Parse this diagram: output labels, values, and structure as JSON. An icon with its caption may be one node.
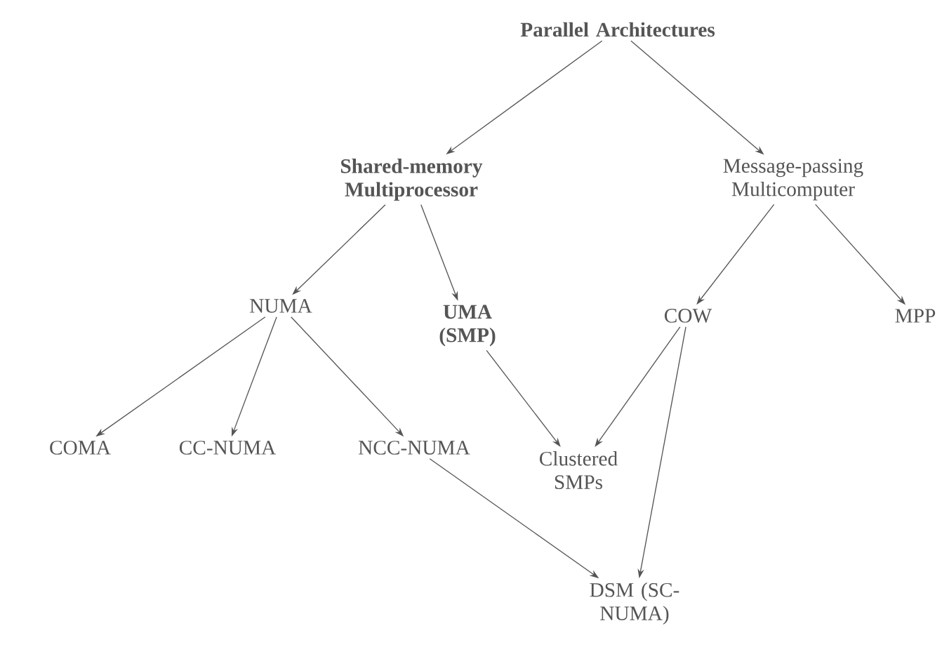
{
  "diagram": {
    "nodes": [
      {
        "text": [
          "Parallel Architectures"
        ]
      },
      {
        "text": [
          "Shared-memory Multiprocessor"
        ]
      },
      {
        "text": [
          "Message-passing Multicomputer"
        ]
      },
      {
        "text": [
          "NUMA"
        ]
      },
      {
        "text": [
          "UMA (SMP)"
        ]
      },
      {
        "text": [
          "COW"
        ]
      },
      {
        "text": [
          "MPP"
        ]
      },
      {
        "text": [
          "COMA"
        ]
      },
      {
        "text": [
          "CC-NUMA"
        ]
      },
      {
        "text": [
          "NCC-NUMA"
        ]
      },
      {
        "text": [
          "Clustered SMPs"
        ]
      },
      {
        "text": [
          "DSM (SC-NUMA)"
        ]
      }
    ],
    "edges": [
      {
        "from": 0,
        "to": 1,
        "arrow": "to"
      },
      {
        "from": 0,
        "to": 2,
        "arrow": "to"
      },
      {
        "from": 1,
        "to": 3,
        "arrow": "to"
      },
      {
        "from": 1,
        "to": 4,
        "arrow": "to"
      },
      {
        "from": 2,
        "to": 5,
        "arrow": "to"
      },
      {
        "from": 2,
        "to": 6,
        "arrow": "to"
      },
      {
        "from": 3,
        "to": 7,
        "arrow": "to"
      },
      {
        "from": 3,
        "to": 8,
        "arrow": "to"
      },
      {
        "from": 3,
        "to": 9,
        "arrow": "to"
      },
      {
        "from": 4,
        "to": 10,
        "arrow": "to"
      },
      {
        "from": 5,
        "to": 10,
        "arrow": "to"
      },
      {
        "from": 5,
        "to": 11,
        "arrow": "to"
      },
      {
        "from": 9,
        "to": 11,
        "arrow": "to"
      }
    ]
  }
}
